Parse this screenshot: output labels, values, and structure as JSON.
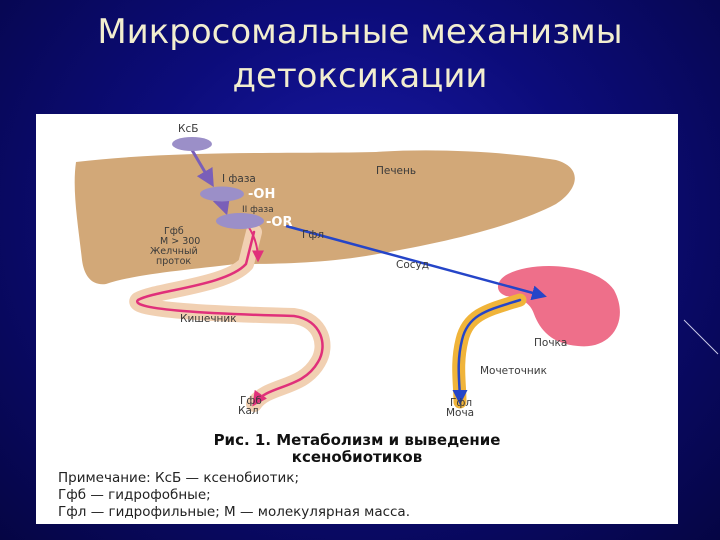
{
  "slide": {
    "title_line1": "Микросомальные механизмы",
    "title_line2": "детоксикации"
  },
  "diagram": {
    "labels": {
      "xenobiotic_top": "КсБ",
      "phase1": "I фаза",
      "oh": "-OH",
      "phase2": "II фаза",
      "or": "-OR",
      "liver": "Печень",
      "hydrophobic": "Гфб",
      "mass": "M > 300",
      "bile_duct_line1": "Желчный",
      "bile_duct_line2": "проток",
      "hydrophilic": "Гфл",
      "vessel": "Сосуд",
      "intestine": "Кишечник",
      "kidney": "Почка",
      "ureter": "Мочеточник",
      "feces_top": "Гфб",
      "feces_bottom": "Кал",
      "urine_top": "Гфл",
      "urine_bottom": "Моча"
    },
    "colors": {
      "liver": "#d2a878",
      "node": "#9b8fc8",
      "kidney": "#ee6f8a",
      "intestine": "#f1d0b2",
      "ureter": "#f0b43a",
      "pink_arrow": "#e0307a",
      "blue_arrow": "#2545c8",
      "purple_arrow": "#7a5fb8"
    }
  },
  "caption": {
    "title_line1": "Рис. 1. Метаболизм и выведение",
    "title_line2": "ксенобиотиков",
    "note1": "Примечание: КсБ — ксенобиотик;",
    "note2": "Гфб — гидрофобные;",
    "note3": "Гфл — гидрофильные; М — молекулярная масса."
  }
}
